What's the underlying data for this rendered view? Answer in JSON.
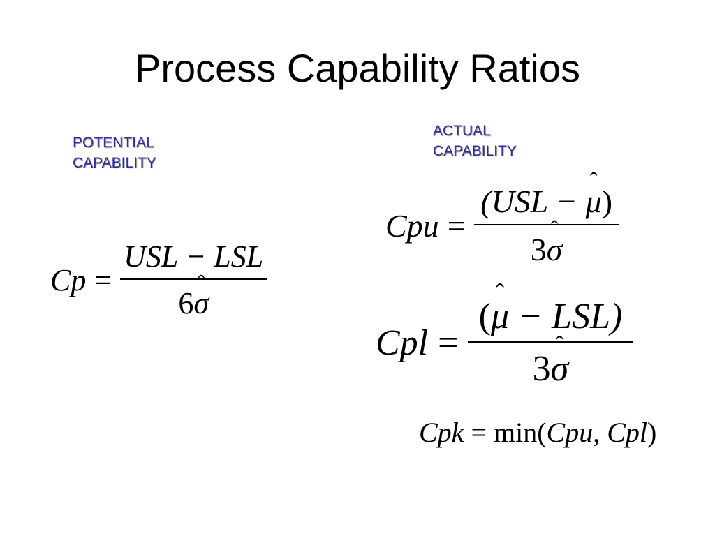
{
  "slide": {
    "title": "Process Capability Ratios",
    "labels": {
      "potential": "POTENTIAL\nCAPABILITY",
      "actual": "ACTUAL\nCAPABILITY"
    }
  },
  "colors": {
    "label_text": "#2e2e9a",
    "body_text": "#000000",
    "background": "#ffffff"
  },
  "equations": {
    "cp": {
      "lhs": "Cp",
      "equals": "=",
      "num": "USL − LSL",
      "den_coef": "6",
      "den_var": "σ",
      "hat": "ˆ"
    },
    "cpu": {
      "lhs": "Cpu",
      "equals": "=",
      "num_open": "(USL − ",
      "num_var": "μ",
      "num_close": ")",
      "den_coef": "3",
      "den_var": "σ",
      "hat": "ˆ"
    },
    "cpl": {
      "lhs": "Cpl",
      "equals": "=",
      "num_open": "(",
      "num_var": "μ",
      "num_close": " − LSL)",
      "den_coef": "3",
      "den_var": "σ",
      "hat": "ˆ"
    },
    "cpk": {
      "lhs": "Cpk",
      "equals": " = ",
      "func": "min(",
      "arg1": "Cpu",
      "sep": ", ",
      "arg2": "Cpl",
      "close": ")"
    }
  }
}
